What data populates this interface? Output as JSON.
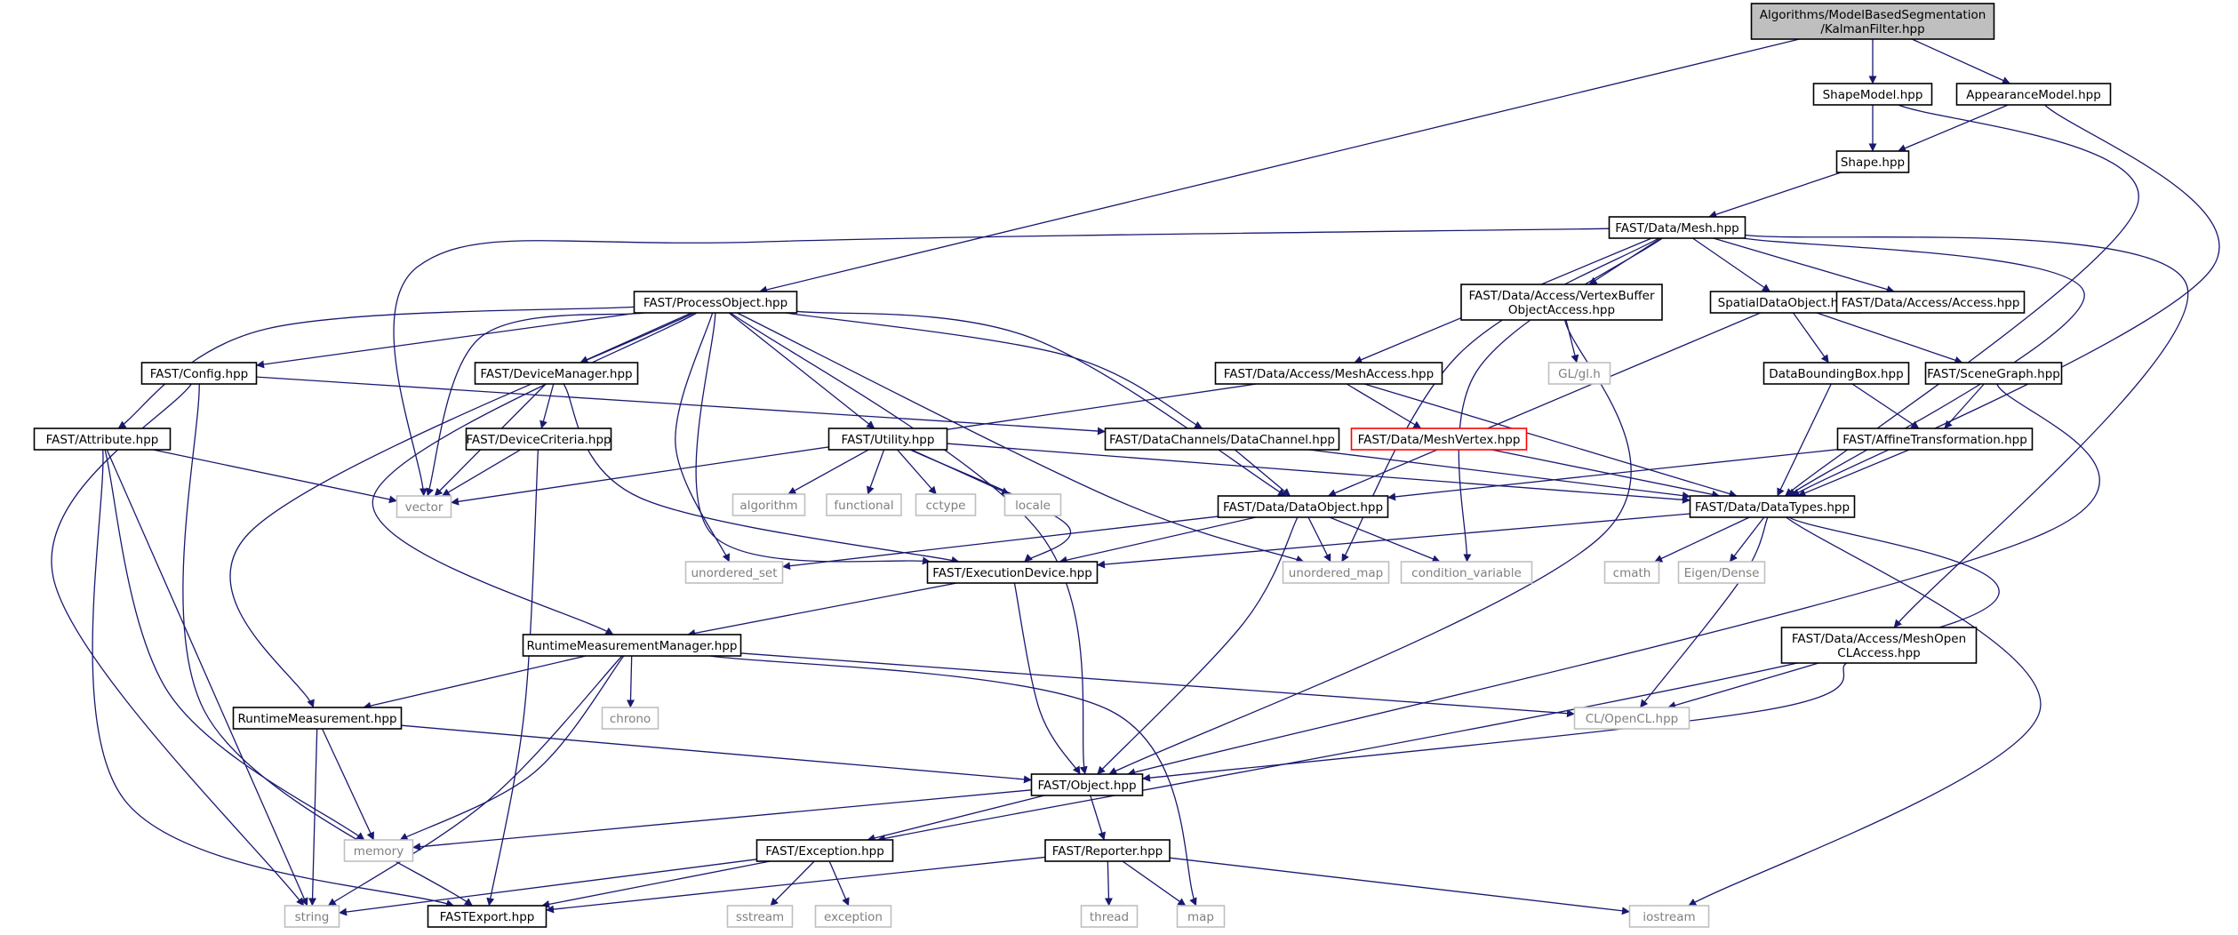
{
  "colors": {
    "edge": "#191970",
    "node_border": "#000000",
    "external_border": "#bfbfbf",
    "external_text": "#7f7f7f",
    "broken_border": "#ff0000",
    "root_fill": "#bfbfbf",
    "text": "#000000"
  },
  "nodes": {
    "kalman": {
      "lines": [
        "Algorithms/ModelBasedSegmentation",
        "/KalmanFilter.hpp"
      ],
      "kind": "root"
    },
    "shapemodel": {
      "lines": [
        "ShapeModel.hpp"
      ],
      "kind": "normal"
    },
    "appearancemodel": {
      "lines": [
        "AppearanceModel.hpp"
      ],
      "kind": "normal"
    },
    "shape": {
      "lines": [
        "Shape.hpp"
      ],
      "kind": "normal"
    },
    "mesh": {
      "lines": [
        "FAST/Data/Mesh.hpp"
      ],
      "kind": "normal"
    },
    "processobject": {
      "lines": [
        "FAST/ProcessObject.hpp"
      ],
      "kind": "normal"
    },
    "vertexbuffer": {
      "lines": [
        "FAST/Data/Access/VertexBuffer",
        "ObjectAccess.hpp"
      ],
      "kind": "normal"
    },
    "spatialdataobject": {
      "lines": [
        "SpatialDataObject.hpp"
      ],
      "kind": "normal"
    },
    "access": {
      "lines": [
        "FAST/Data/Access/Access.hpp"
      ],
      "kind": "normal"
    },
    "config": {
      "lines": [
        "FAST/Config.hpp"
      ],
      "kind": "normal"
    },
    "devicemanager": {
      "lines": [
        "FAST/DeviceManager.hpp"
      ],
      "kind": "normal"
    },
    "meshaccess": {
      "lines": [
        "FAST/Data/Access/MeshAccess.hpp"
      ],
      "kind": "normal"
    },
    "glh": {
      "lines": [
        "GL/gl.h"
      ],
      "kind": "external"
    },
    "databoundingbox": {
      "lines": [
        "DataBoundingBox.hpp"
      ],
      "kind": "normal"
    },
    "scenegraph": {
      "lines": [
        "FAST/SceneGraph.hpp"
      ],
      "kind": "normal"
    },
    "attribute": {
      "lines": [
        "FAST/Attribute.hpp"
      ],
      "kind": "normal"
    },
    "devicecriteria": {
      "lines": [
        "FAST/DeviceCriteria.hpp"
      ],
      "kind": "normal"
    },
    "utility": {
      "lines": [
        "FAST/Utility.hpp"
      ],
      "kind": "normal"
    },
    "datachannel": {
      "lines": [
        "FAST/DataChannels/DataChannel.hpp"
      ],
      "kind": "normal"
    },
    "meshvertex": {
      "lines": [
        "FAST/Data/MeshVertex.hpp"
      ],
      "kind": "broken"
    },
    "affinetransformation": {
      "lines": [
        "FAST/AffineTransformation.hpp"
      ],
      "kind": "normal"
    },
    "vector": {
      "lines": [
        "vector"
      ],
      "kind": "external"
    },
    "algorithm": {
      "lines": [
        "algorithm"
      ],
      "kind": "external"
    },
    "functional": {
      "lines": [
        "functional"
      ],
      "kind": "external"
    },
    "cctype": {
      "lines": [
        "cctype"
      ],
      "kind": "external"
    },
    "locale": {
      "lines": [
        "locale"
      ],
      "kind": "external"
    },
    "dataobject": {
      "lines": [
        "FAST/Data/DataObject.hpp"
      ],
      "kind": "normal"
    },
    "datatypes": {
      "lines": [
        "FAST/Data/DataTypes.hpp"
      ],
      "kind": "normal"
    },
    "unordered_set": {
      "lines": [
        "unordered_set"
      ],
      "kind": "external"
    },
    "executiondevice": {
      "lines": [
        "FAST/ExecutionDevice.hpp"
      ],
      "kind": "normal"
    },
    "unordered_map": {
      "lines": [
        "unordered_map"
      ],
      "kind": "external"
    },
    "condition_variable": {
      "lines": [
        "condition_variable"
      ],
      "kind": "external"
    },
    "cmath": {
      "lines": [
        "cmath"
      ],
      "kind": "external"
    },
    "eigen": {
      "lines": [
        "Eigen/Dense"
      ],
      "kind": "external"
    },
    "runtimemanager": {
      "lines": [
        "RuntimeMeasurementManager.hpp"
      ],
      "kind": "normal"
    },
    "meshopencl": {
      "lines": [
        "FAST/Data/Access/MeshOpen",
        "CLAccess.hpp"
      ],
      "kind": "normal"
    },
    "chrono": {
      "lines": [
        "chrono"
      ],
      "kind": "external"
    },
    "runtimemeasurement": {
      "lines": [
        "RuntimeMeasurement.hpp"
      ],
      "kind": "normal"
    },
    "opencl": {
      "lines": [
        "CL/OpenCL.hpp"
      ],
      "kind": "external"
    },
    "object": {
      "lines": [
        "FAST/Object.hpp"
      ],
      "kind": "normal"
    },
    "memory": {
      "lines": [
        "memory"
      ],
      "kind": "external"
    },
    "exception": {
      "lines": [
        "FAST/Exception.hpp"
      ],
      "kind": "normal"
    },
    "reporter": {
      "lines": [
        "FAST/Reporter.hpp"
      ],
      "kind": "normal"
    },
    "string": {
      "lines": [
        "string"
      ],
      "kind": "external"
    },
    "fastexport": {
      "lines": [
        "FASTExport.hpp"
      ],
      "kind": "normal"
    },
    "sstream": {
      "lines": [
        "sstream"
      ],
      "kind": "external"
    },
    "std_exception": {
      "lines": [
        "exception"
      ],
      "kind": "external"
    },
    "thread": {
      "lines": [
        "thread"
      ],
      "kind": "external"
    },
    "map": {
      "lines": [
        "map"
      ],
      "kind": "external"
    },
    "iostream": {
      "lines": [
        "iostream"
      ],
      "kind": "external"
    }
  }
}
